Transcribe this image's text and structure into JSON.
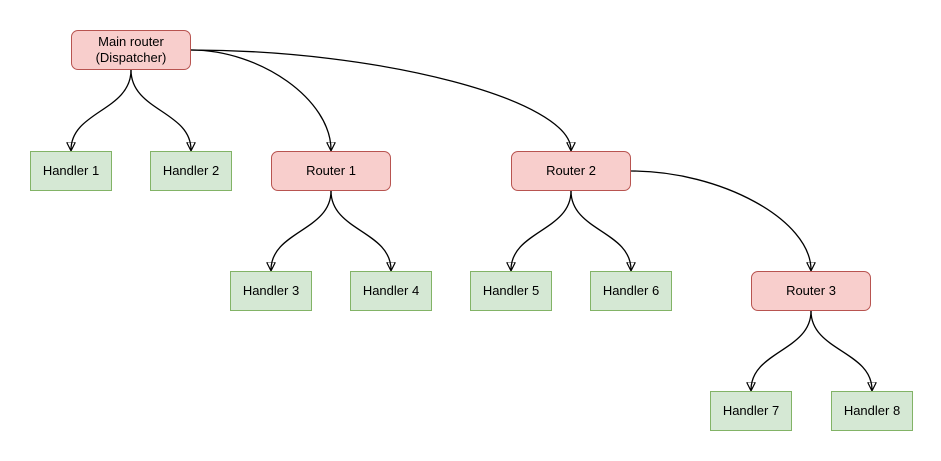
{
  "diagram": {
    "nodes": {
      "main": {
        "label": "Main router\n(Dispatcher)",
        "type": "router"
      },
      "handler1": {
        "label": "Handler 1",
        "type": "handler"
      },
      "handler2": {
        "label": "Handler 2",
        "type": "handler"
      },
      "router1": {
        "label": "Router 1",
        "type": "router"
      },
      "router2": {
        "label": "Router 2",
        "type": "router"
      },
      "handler3": {
        "label": "Handler 3",
        "type": "handler"
      },
      "handler4": {
        "label": "Handler 4",
        "type": "handler"
      },
      "handler5": {
        "label": "Handler 5",
        "type": "handler"
      },
      "handler6": {
        "label": "Handler 6",
        "type": "handler"
      },
      "router3": {
        "label": "Router 3",
        "type": "router"
      },
      "handler7": {
        "label": "Handler 7",
        "type": "handler"
      },
      "handler8": {
        "label": "Handler 8",
        "type": "handler"
      }
    },
    "edges": [
      {
        "from": "main",
        "to": "handler1"
      },
      {
        "from": "main",
        "to": "handler2"
      },
      {
        "from": "main",
        "to": "router1"
      },
      {
        "from": "main",
        "to": "router2"
      },
      {
        "from": "router1",
        "to": "handler3"
      },
      {
        "from": "router1",
        "to": "handler4"
      },
      {
        "from": "router2",
        "to": "handler5"
      },
      {
        "from": "router2",
        "to": "handler6"
      },
      {
        "from": "router2",
        "to": "router3"
      },
      {
        "from": "router3",
        "to": "handler7"
      },
      {
        "from": "router3",
        "to": "handler8"
      }
    ],
    "colors": {
      "router_fill": "#f8cecc",
      "router_stroke": "#b85450",
      "handler_fill": "#d5e8d4",
      "handler_stroke": "#82b366",
      "edge": "#000000",
      "background": "#ffffff"
    }
  }
}
